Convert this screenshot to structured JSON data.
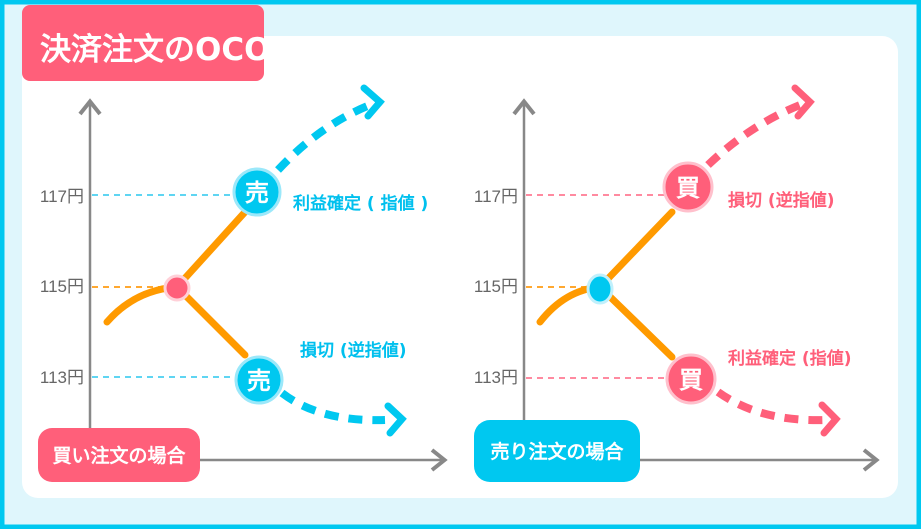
{
  "title": "決済注文のOCO",
  "colors": {
    "border": "#00c8f0",
    "pink": "#ff5f7a",
    "blue": "#00c8f0",
    "orange": "#ff9a00",
    "bg": "#dff6fc"
  },
  "buy_case": {
    "badge": "買い注文の場合",
    "ticks": [
      "117円",
      "115円",
      "113円"
    ],
    "upper_circle": "売",
    "lower_circle": "売",
    "upper_label": "利益確定 ( 指値 )",
    "lower_label": "損切 (逆指値)"
  },
  "sell_case": {
    "badge": "売り注文の場合",
    "ticks": [
      "117円",
      "115円",
      "113円"
    ],
    "upper_circle": "買",
    "lower_circle": "買",
    "upper_label": "損切 (逆指値)",
    "lower_label": "利益確定 (指値)"
  }
}
